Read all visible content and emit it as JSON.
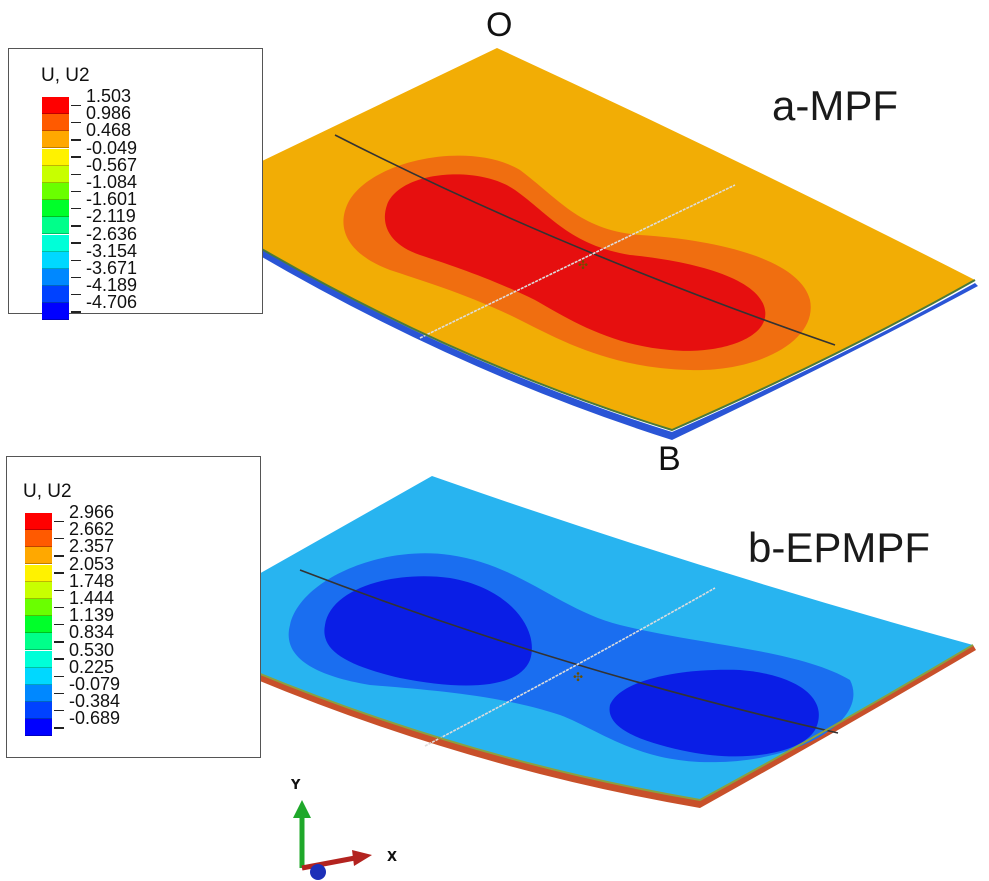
{
  "panel_a": {
    "label": "a-MPF",
    "point_top": "O",
    "point_bottom": "B",
    "legend": {
      "title": "U, U2",
      "values": [
        "1.503",
        "0.986",
        "0.468",
        "-0.049",
        "-0.567",
        "-1.084",
        "-1.601",
        "-2.119",
        "-2.636",
        "-3.154",
        "-3.671",
        "-4.189",
        "-4.706"
      ],
      "colors": [
        "#ff0000",
        "#ff5a00",
        "#ffa800",
        "#fff200",
        "#c8ff00",
        "#6aff00",
        "#00ff2a",
        "#00ff8a",
        "#00ffd8",
        "#00d8ff",
        "#0088ff",
        "#0042ff",
        "#0000ff"
      ]
    },
    "surface_colors": {
      "base": "#f2ad05",
      "mid": "#f07010",
      "core": "#e60f0f"
    }
  },
  "panel_b": {
    "label": "b-EPMPF",
    "legend": {
      "title": "U, U2",
      "values": [
        "2.966",
        "2.662",
        "2.357",
        "2.053",
        "1.748",
        "1.444",
        "1.139",
        "0.834",
        "0.530",
        "0.225",
        "-0.079",
        "-0.384",
        "-0.689"
      ],
      "colors": [
        "#ff0000",
        "#ff5a00",
        "#ffa800",
        "#fff200",
        "#c8ff00",
        "#6aff00",
        "#00ff2a",
        "#00ff8a",
        "#00ffd8",
        "#00d8ff",
        "#0088ff",
        "#0042ff",
        "#0000ff"
      ]
    },
    "surface_colors": {
      "base": "#28b4f0",
      "mid": "#1a6ef0",
      "core": "#0a1ee6"
    }
  },
  "triad": {
    "x_label": "X",
    "y_label": "Y"
  }
}
